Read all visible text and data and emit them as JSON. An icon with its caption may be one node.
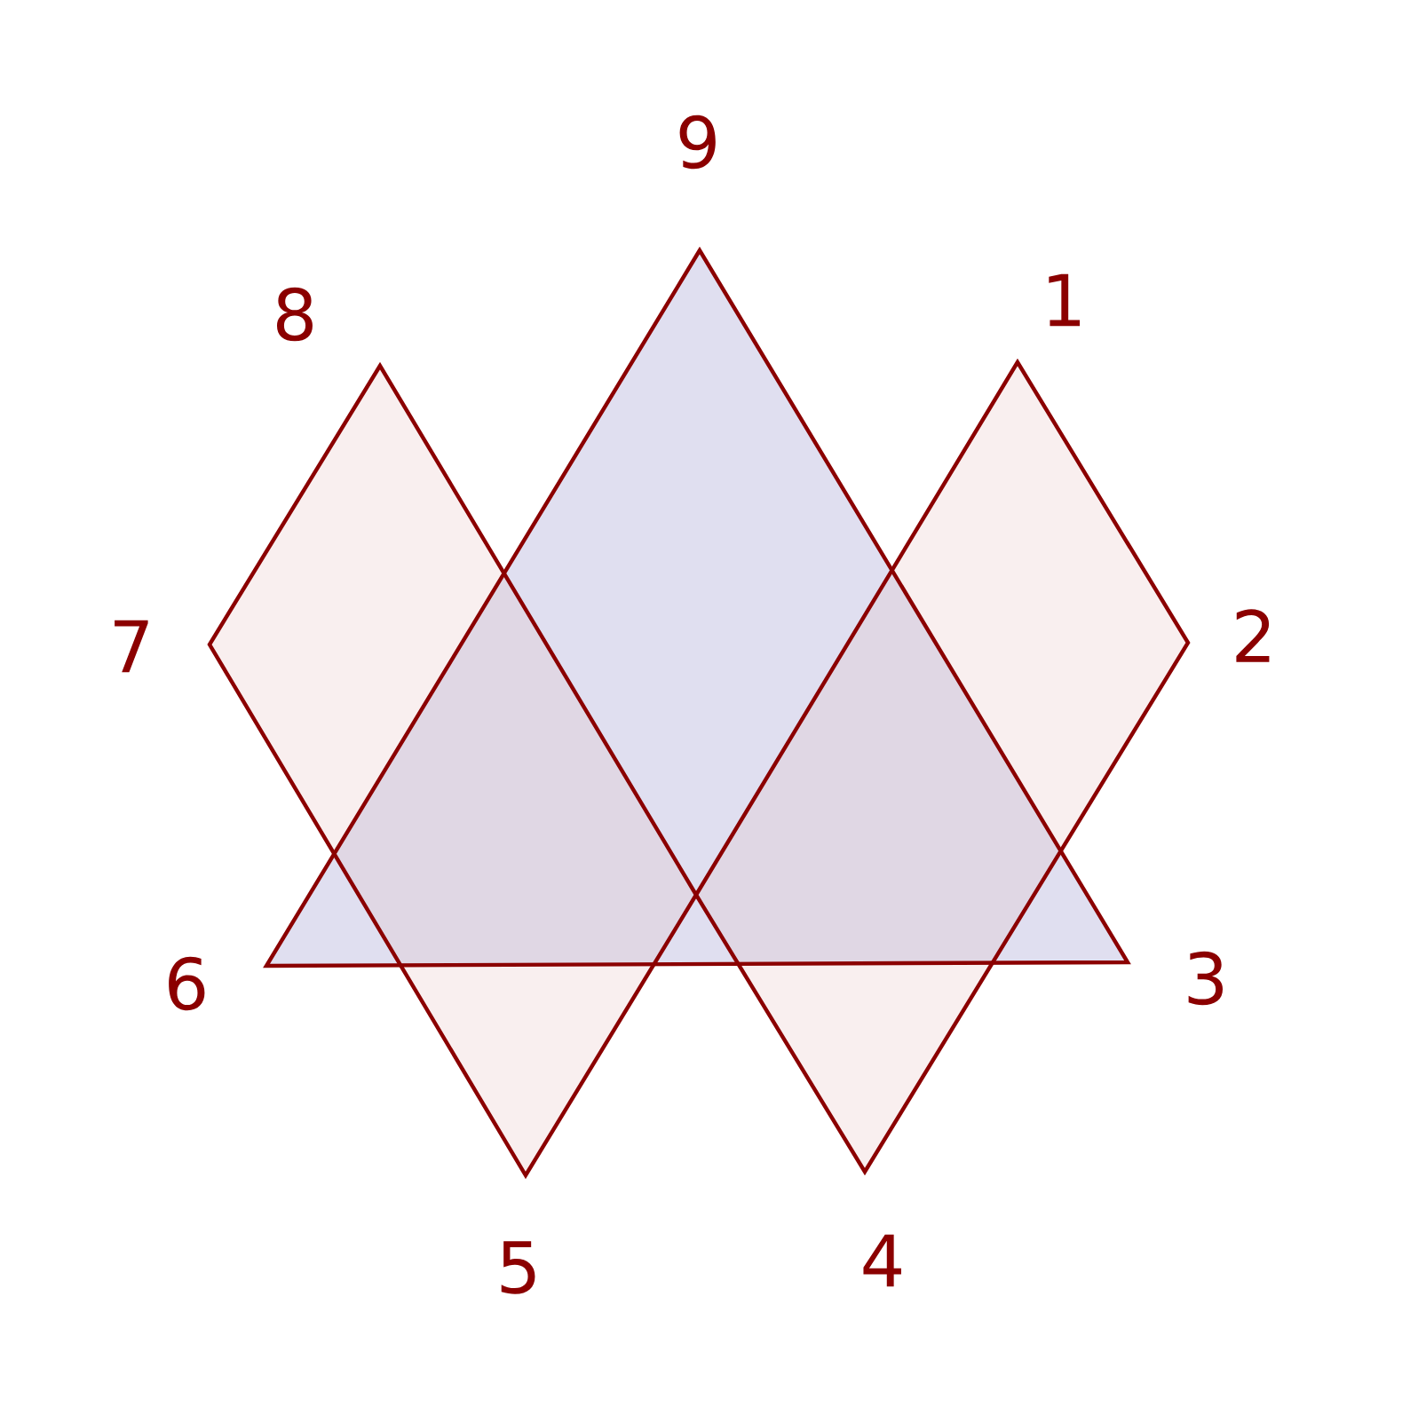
{
  "diagram": {
    "nodes": [
      {
        "text": [],
        "shape": "diamond"
      },
      {
        "text": [],
        "shape": "triangle"
      },
      {
        "text": [],
        "shape": "diamond"
      }
    ],
    "labels": [
      "9",
      "8",
      "1",
      "7",
      "2",
      "6",
      "3",
      "5",
      "4"
    ]
  }
}
